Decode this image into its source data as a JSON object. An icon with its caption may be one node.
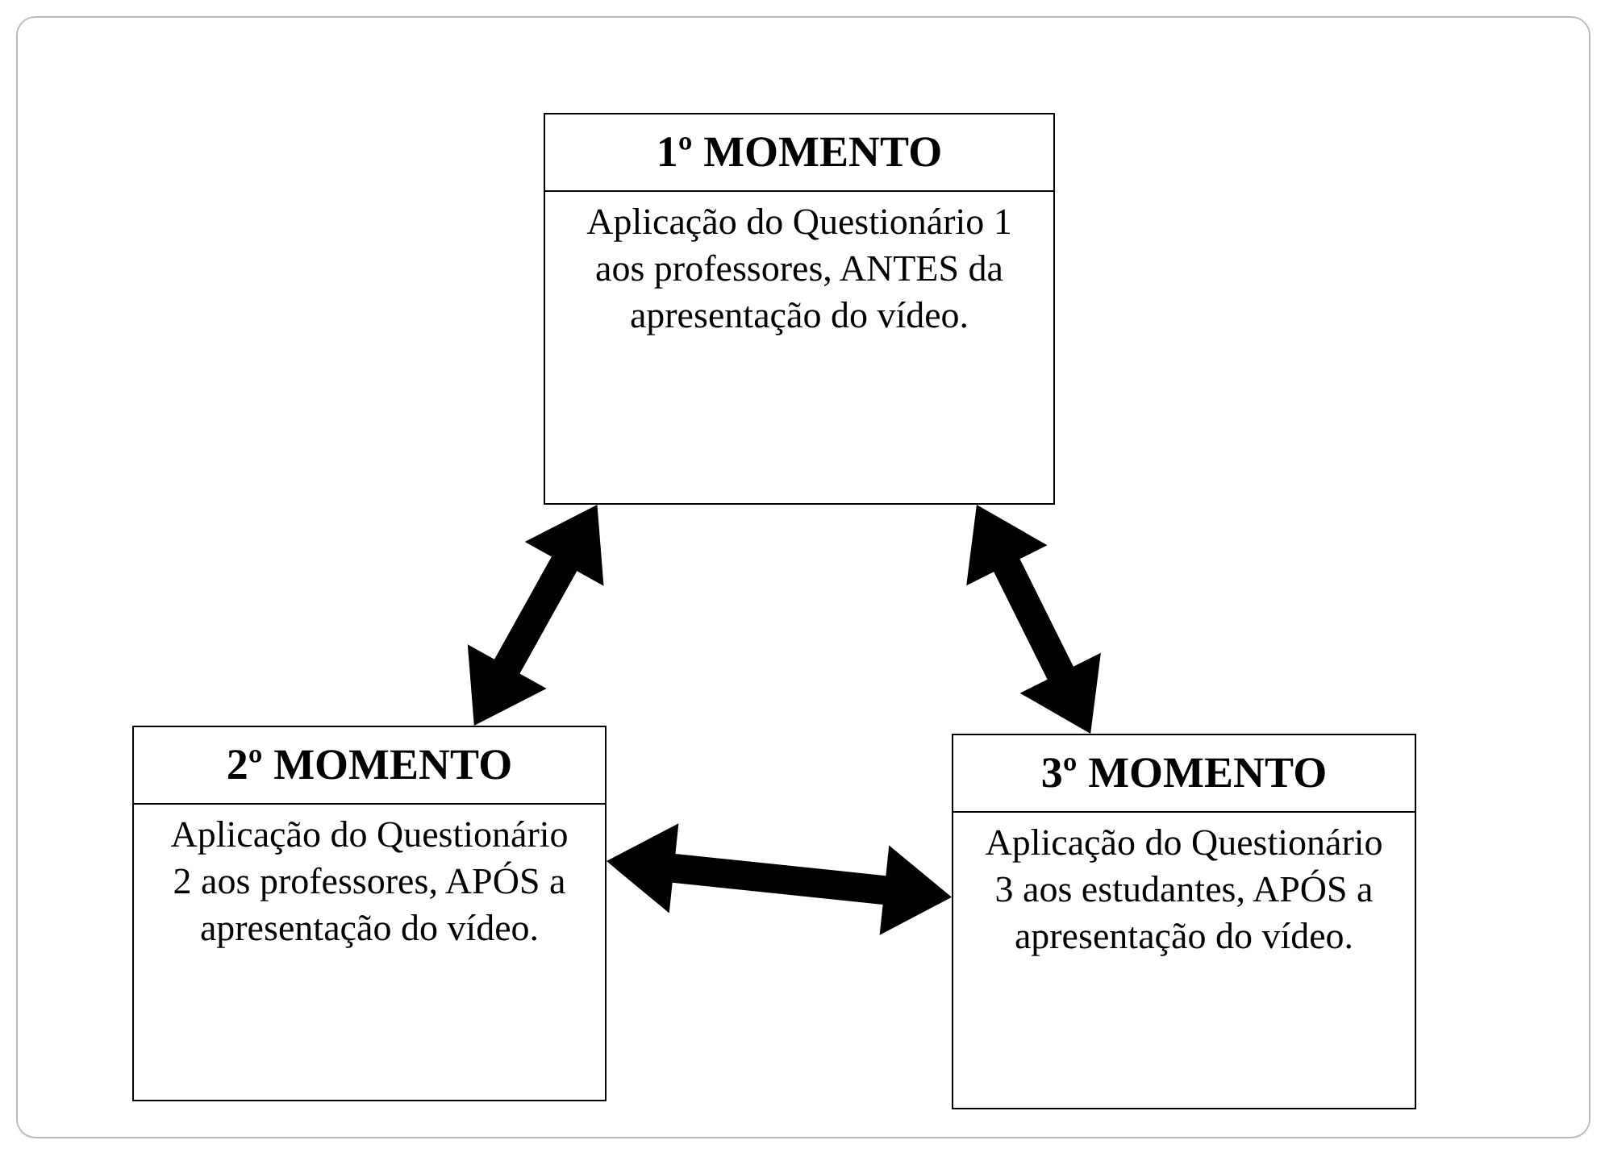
{
  "diagram": {
    "nodes": [
      {
        "text": [
          "1º MOMENTO",
          "Aplicação do Questionário 1 aos professores, ANTES da apresentação do vídeo."
        ]
      },
      {
        "text": [
          "2º MOMENTO",
          "Aplicação do Questionário 2 aos professores, APÓS a apresentação do vídeo."
        ]
      },
      {
        "text": [
          "3º MOMENTO",
          "Aplicação do Questionário 3 aos estudantes, APÓS a apresentação do vídeo."
        ]
      }
    ],
    "edges": [
      {
        "from": 0,
        "to": 1,
        "arrow": "both"
      },
      {
        "from": 0,
        "to": 2,
        "arrow": "both"
      },
      {
        "from": 1,
        "to": 2,
        "arrow": "both"
      }
    ]
  }
}
